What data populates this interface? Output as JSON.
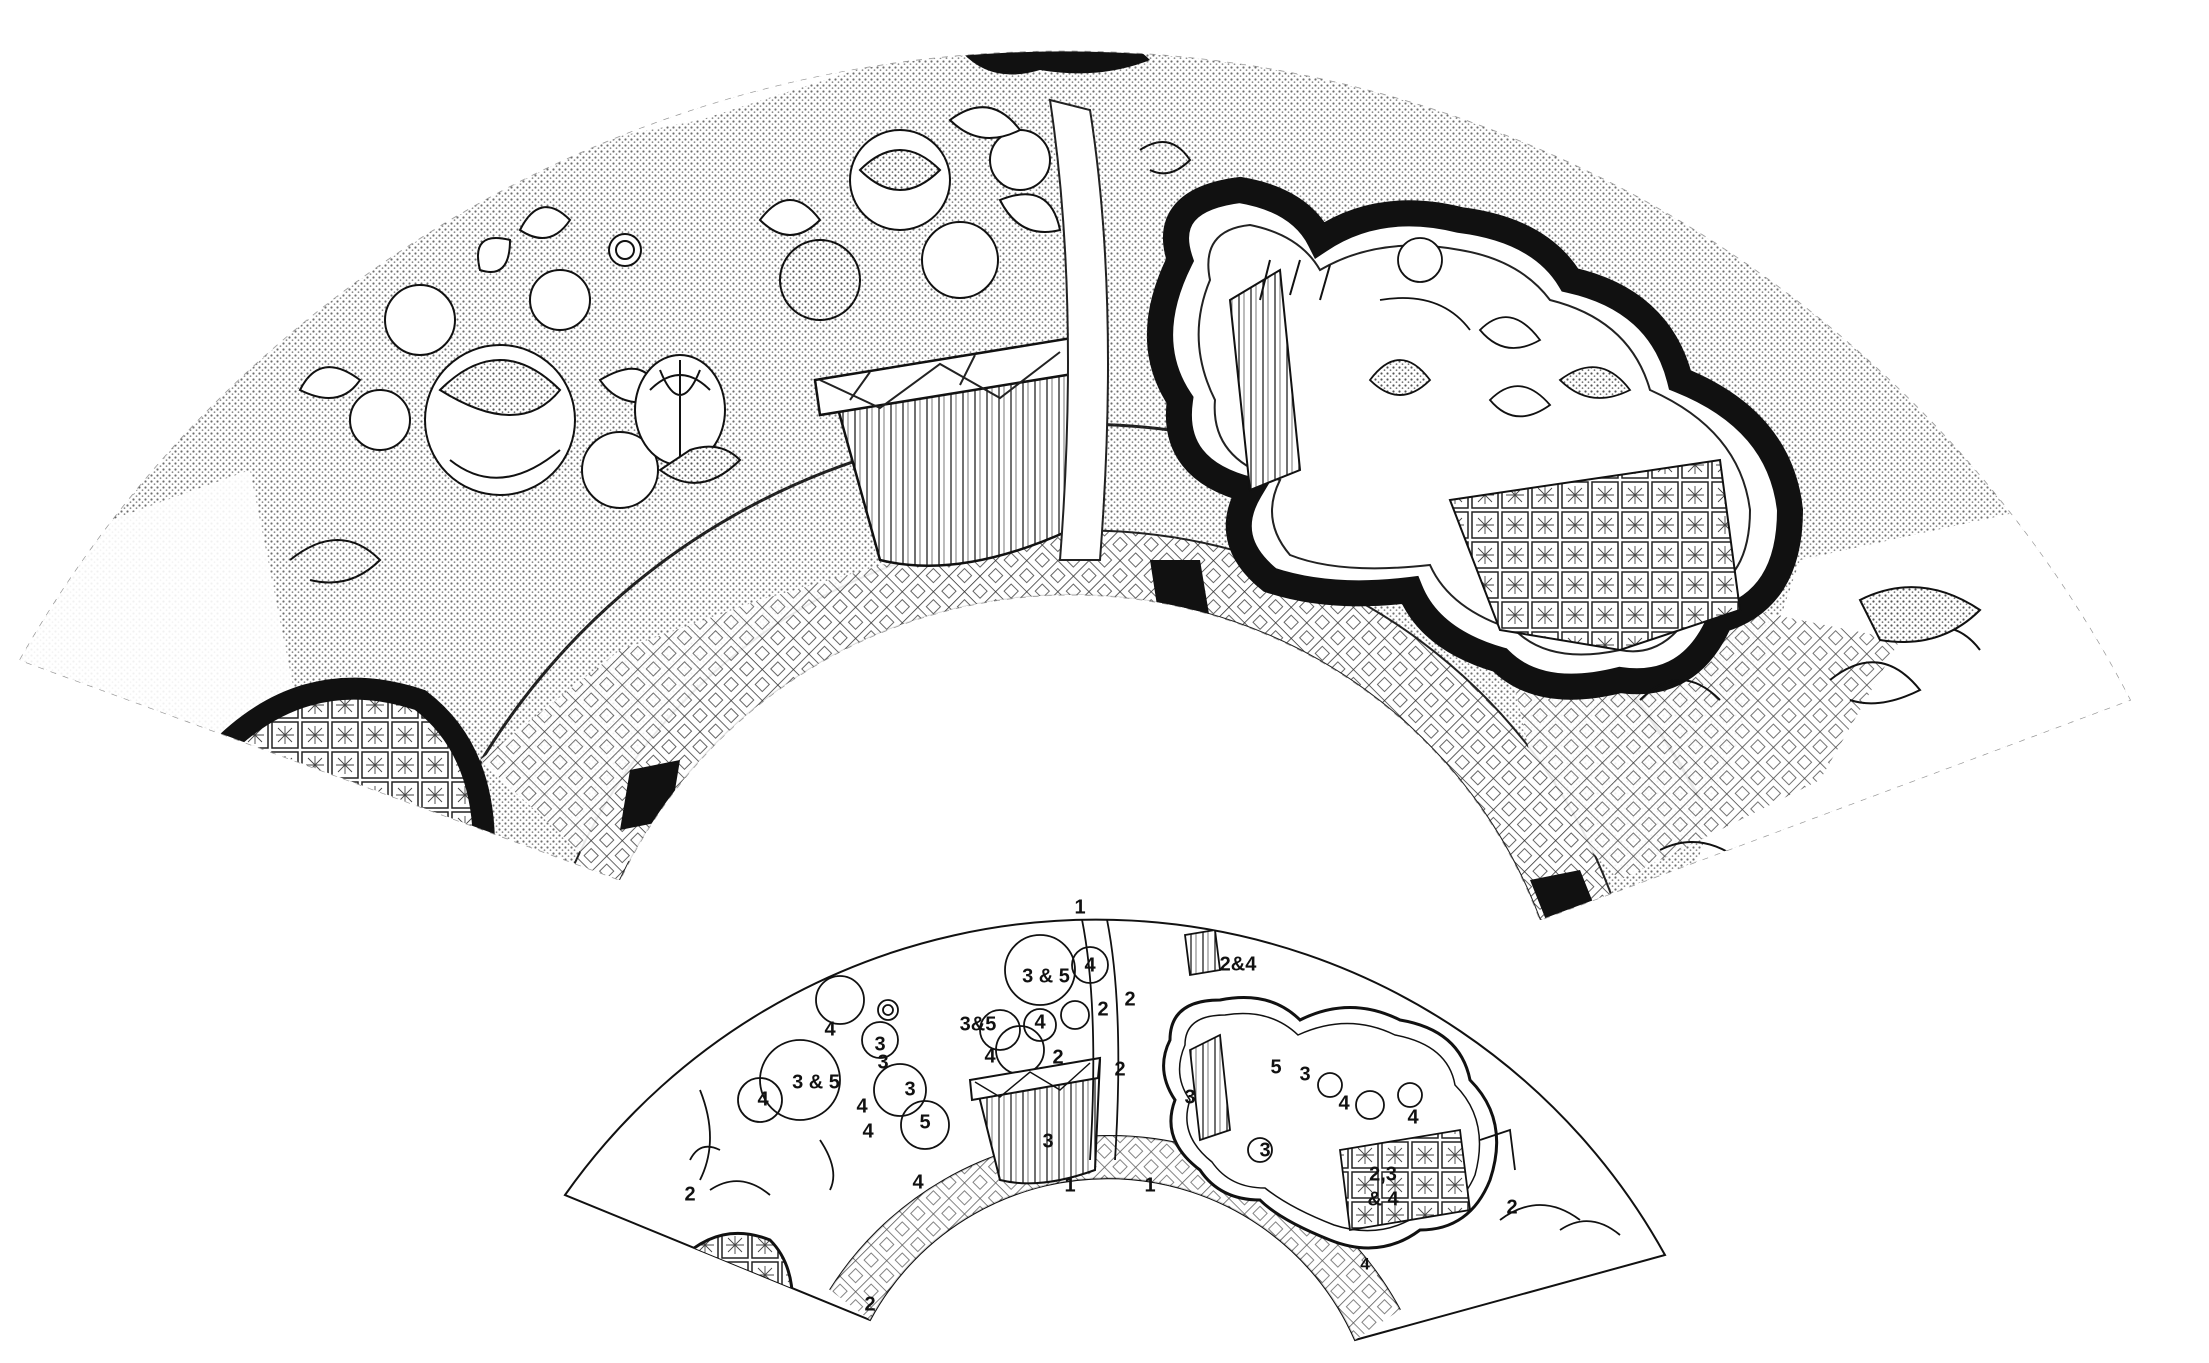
{
  "colors": {
    "ink": "#111111",
    "paper": "#ffffff",
    "stipple": "#6f6f6f",
    "hatch": "#333333"
  },
  "key_labels": [
    {
      "id": "k-1-top",
      "text": "1"
    },
    {
      "id": "k-2-4-top",
      "text": "2&4"
    },
    {
      "id": "k-3-5-a",
      "text": "3 & 5"
    },
    {
      "id": "k-4-a",
      "text": "4"
    },
    {
      "id": "k-2-a",
      "text": "2"
    },
    {
      "id": "k-4-b",
      "text": "4"
    },
    {
      "id": "k-3-a",
      "text": "3"
    },
    {
      "id": "k-3-5-b",
      "text": "3&5"
    },
    {
      "id": "k-4-c",
      "text": "4"
    },
    {
      "id": "k-4-d",
      "text": "4"
    },
    {
      "id": "k-2-b",
      "text": "2"
    },
    {
      "id": "k-3-b",
      "text": "3"
    },
    {
      "id": "k-3-5-c",
      "text": "3 & 5"
    },
    {
      "id": "k-4-e",
      "text": "4"
    },
    {
      "id": "k-4-f",
      "text": "4"
    },
    {
      "id": "k-3-c",
      "text": "3"
    },
    {
      "id": "k-5-a",
      "text": "5"
    },
    {
      "id": "k-4-g",
      "text": "4"
    },
    {
      "id": "k-3-d",
      "text": "3"
    },
    {
      "id": "k-4-h",
      "text": "4"
    },
    {
      "id": "k-2-c",
      "text": "2"
    },
    {
      "id": "k-3-e",
      "text": "3"
    },
    {
      "id": "k-5-b",
      "text": "5"
    },
    {
      "id": "k-3-f",
      "text": "3"
    },
    {
      "id": "k-4-i",
      "text": "4"
    },
    {
      "id": "k-4-j",
      "text": "4"
    },
    {
      "id": "k-3-g",
      "text": "3"
    },
    {
      "id": "k-2-3-4",
      "text": "2,3"
    },
    {
      "id": "k-and-4",
      "text": "& 4"
    },
    {
      "id": "k-1-b",
      "text": "1"
    },
    {
      "id": "k-1-c",
      "text": "1"
    },
    {
      "id": "k-2-d",
      "text": "2"
    },
    {
      "id": "k-2-e",
      "text": "2"
    },
    {
      "id": "k-4-k",
      "text": "4"
    },
    {
      "id": "k-2-f",
      "text": "2"
    },
    {
      "id": "k-2-g",
      "text": "2"
    }
  ]
}
